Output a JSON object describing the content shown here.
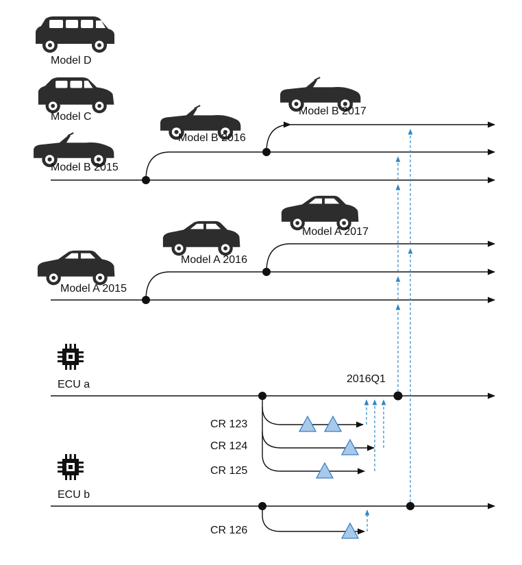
{
  "colors": {
    "line": "#111111",
    "dependency": "#2f86c6",
    "triangle_fill": "#a9c9ea",
    "triangle_stroke": "#3b7fc4",
    "car": "#2d2d2d"
  },
  "labels": {
    "model_d": "Model D",
    "model_c": "Model C",
    "model_b_2015": "Model B 2015",
    "model_b_2016": "Model B 2016",
    "model_b_2017": "Model B 2017",
    "model_a_2015": "Model A 2015",
    "model_a_2016": "Model A 2016",
    "model_a_2017": "Model A 2017",
    "ecu_a": "ECU a",
    "ecu_b": "ECU b",
    "milestone": "2016Q1",
    "cr_123": "CR 123",
    "cr_124": "CR 124",
    "cr_125": "CR 125",
    "cr_126": "CR 126"
  },
  "icons": {
    "car_suv": "suv-car-icon",
    "car_hatch": "hatchback-car-icon",
    "car_convertible": "convertible-car-icon",
    "car_sedan": "sedan-car-icon",
    "chip": "chip-icon"
  }
}
